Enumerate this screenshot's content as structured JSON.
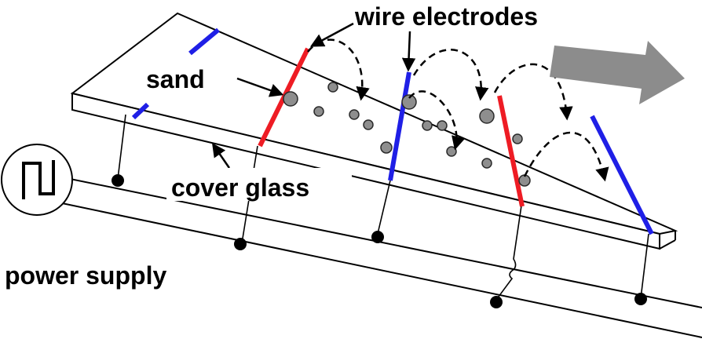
{
  "labels": {
    "wire_electrodes": "wire electrodes",
    "sand": "sand",
    "cover_glass": "cover glass",
    "power_supply": "power supply"
  },
  "colors": {
    "electrode_a": "#ee1c24",
    "electrode_b": "#1f1fe6",
    "sand_fill": "#8e8e8e",
    "wire": "#000000",
    "flow_arrow": "#8c8c8c"
  },
  "icons": {
    "power_source": "square-wave-icon",
    "transport_direction": "wide-arrow-right-icon"
  }
}
